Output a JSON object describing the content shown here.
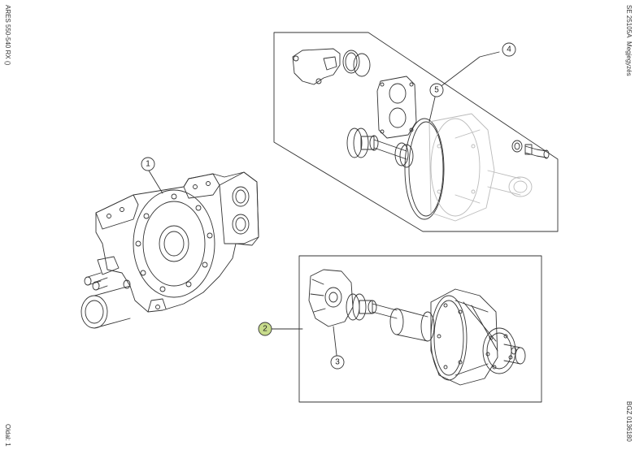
{
  "margin_left": {
    "model": "ARES 550-540 RX ()",
    "page_label": "Oldal: 1"
  },
  "margin_right": {
    "section": "SE 25105A",
    "title": "Megjegyzés",
    "ref": "BGZ 0136180"
  },
  "callouts": [
    {
      "id": "callout-1",
      "number": "1"
    },
    {
      "id": "callout-2",
      "number": "2"
    },
    {
      "id": "callout-3",
      "number": "3"
    },
    {
      "id": "callout-4",
      "number": "4"
    },
    {
      "id": "callout-5",
      "number": "5"
    }
  ],
  "colors": {
    "line": "#333333",
    "faded": "#bbbbbb",
    "highlight_callout": "#c8dc8c"
  }
}
